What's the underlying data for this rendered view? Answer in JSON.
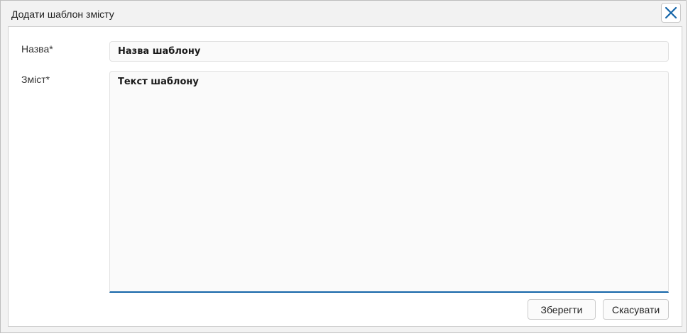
{
  "dialog": {
    "title": "Додати шаблон змісту",
    "close_icon": "close-icon"
  },
  "form": {
    "name_label": "Назва*",
    "name_value": "Назва шаблону",
    "content_label": "Зміст*",
    "content_value": "Текст шаблону"
  },
  "buttons": {
    "save_label": "Зберегти",
    "cancel_label": "Скасувати"
  },
  "colors": {
    "accent": "#1565a8",
    "dialog_bg": "#f2f2f2"
  }
}
